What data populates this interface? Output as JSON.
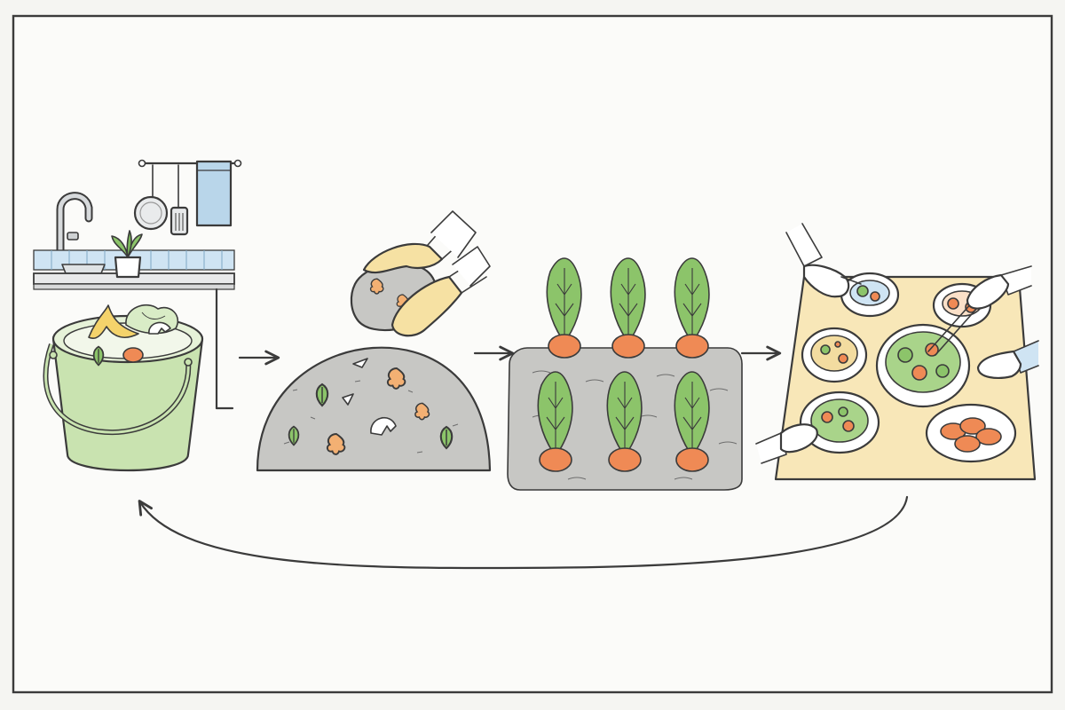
{
  "diagram": {
    "caption": "",
    "stages": [
      {
        "id": "kitchen-compost-bin",
        "label": ""
      },
      {
        "id": "compost-pile",
        "label": ""
      },
      {
        "id": "carrot-garden",
        "label": ""
      },
      {
        "id": "shared-meal",
        "label": ""
      }
    ],
    "flow": [
      "kitchen-compost-bin",
      "compost-pile",
      "carrot-garden",
      "shared-meal",
      "kitchen-compost-bin"
    ]
  },
  "colors": {
    "frame_fill": "#fbfbf9",
    "ink": "#3b3b3b",
    "bucket_green": "#c9e3b0",
    "tile_blue": "#cfe4f3",
    "towel_blue": "#b9d6ea",
    "soil_gray": "#c7c7c4",
    "leaf_green": "#8cc46a",
    "carrot_orange": "#ef8a55",
    "glove_yellow": "#f6e1a3",
    "table_cream": "#f8e7b8"
  }
}
